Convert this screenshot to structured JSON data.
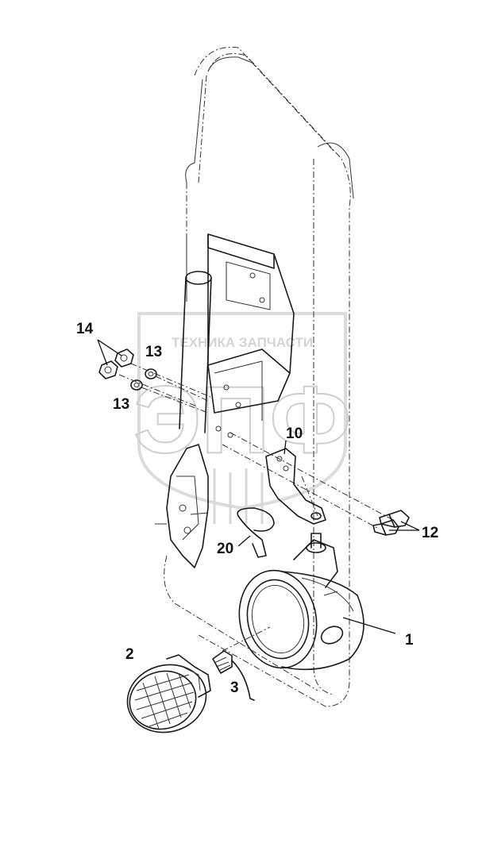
{
  "watermark": {
    "brand_line": "ТЕХНИКА ЗАПЧАСТИ",
    "logo_letters": "ЭПФ"
  },
  "callouts": [
    {
      "id": "c1",
      "label": "1"
    },
    {
      "id": "c2",
      "label": "2"
    },
    {
      "id": "c3",
      "label": "3"
    },
    {
      "id": "c10",
      "label": "10"
    },
    {
      "id": "c12",
      "label": "12"
    },
    {
      "id": "c13a",
      "label": "13"
    },
    {
      "id": "c13b",
      "label": "13"
    },
    {
      "id": "c14",
      "label": "14"
    },
    {
      "id": "c20",
      "label": "20"
    }
  ],
  "colors": {
    "line": "#1a1a1a",
    "watermark": "#d0d0d0",
    "background": "#ffffff"
  }
}
